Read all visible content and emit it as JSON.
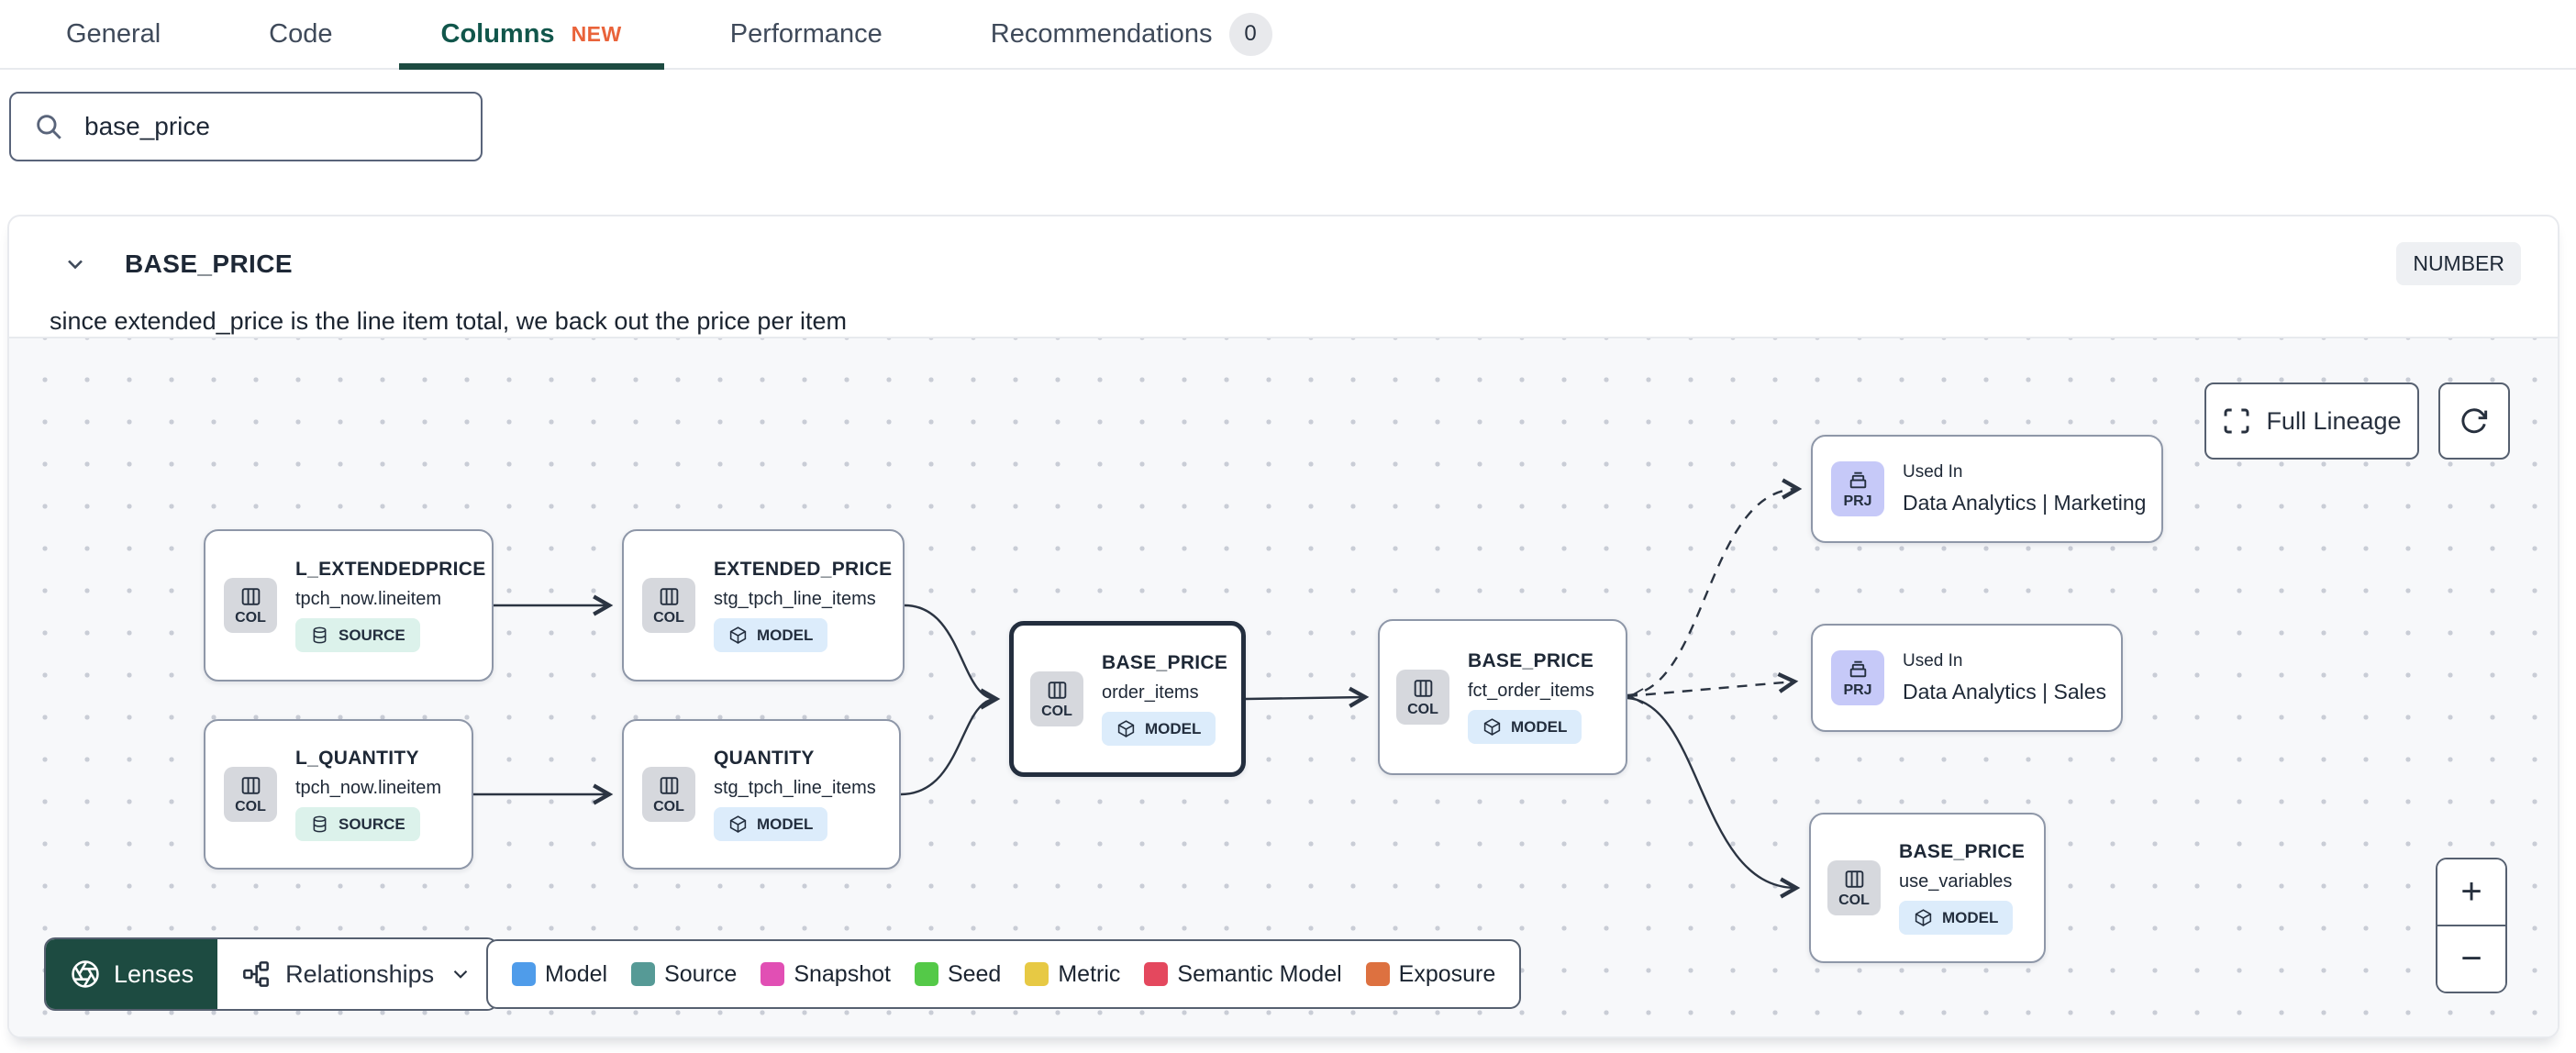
{
  "brand": {
    "accent_teal": "#1d4b41",
    "active_tab_text": "#11564b",
    "new_badge_orange": "#e9633a",
    "canvas_bg": "#f7f8fa",
    "node_border": "#8e97a8",
    "selected_node_border": "#232e3e",
    "col_badge_bg": "#d6d8dd",
    "prj_badge_bg": "#c6c9f8",
    "model_badge_bg": "#dcecfb",
    "source_badge_bg": "#dcf2eb"
  },
  "tabs": {
    "items": [
      {
        "label": "General"
      },
      {
        "label": "Code"
      },
      {
        "label": "Columns",
        "badge": "NEW"
      },
      {
        "label": "Performance"
      },
      {
        "label": "Recommendations",
        "count": "0"
      }
    ]
  },
  "search": {
    "value": "base_price"
  },
  "column": {
    "name": "BASE_PRICE",
    "type": "NUMBER",
    "description": "since extended_price is the line item total, we back out the price per item"
  },
  "lineage": {
    "full_lineage_label": "Full Lineage",
    "zoom_in_label": "+",
    "zoom_out_label": "−",
    "lenses_label": "Lenses",
    "relationships_label": "Relationships",
    "legend": [
      {
        "label": "Model",
        "color": "#4f9cea"
      },
      {
        "label": "Source",
        "color": "#569a96"
      },
      {
        "label": "Snapshot",
        "color": "#e14fb4"
      },
      {
        "label": "Seed",
        "color": "#54c948"
      },
      {
        "label": "Metric",
        "color": "#e7c944"
      },
      {
        "label": "Semantic Model",
        "color": "#e4485e"
      },
      {
        "label": "Exposure",
        "color": "#dd7140"
      }
    ],
    "nodes": [
      {
        "kind": "COL",
        "title": "L_EXTENDEDPRICE",
        "subtitle": "tpch_now.lineitem",
        "badge": "SOURCE"
      },
      {
        "kind": "COL",
        "title": "EXTENDED_PRICE",
        "subtitle": "stg_tpch_line_items",
        "badge": "MODEL"
      },
      {
        "kind": "COL",
        "title": "L_QUANTITY",
        "subtitle": "tpch_now.lineitem",
        "badge": "SOURCE"
      },
      {
        "kind": "COL",
        "title": "QUANTITY",
        "subtitle": "stg_tpch_line_items",
        "badge": "MODEL"
      },
      {
        "kind": "COL",
        "title": "BASE_PRICE",
        "subtitle": "order_items",
        "badge": "MODEL"
      },
      {
        "kind": "COL",
        "title": "BASE_PRICE",
        "subtitle": "fct_order_items",
        "badge": "MODEL"
      },
      {
        "kind": "COL",
        "title": "BASE_PRICE",
        "subtitle": "use_variables",
        "badge": "MODEL"
      }
    ],
    "projects": [
      {
        "kind": "PRJ",
        "label": "Used In",
        "name": "Data Analytics | Marketing"
      },
      {
        "kind": "PRJ",
        "label": "Used In",
        "name": "Data Analytics | Sales"
      }
    ]
  }
}
